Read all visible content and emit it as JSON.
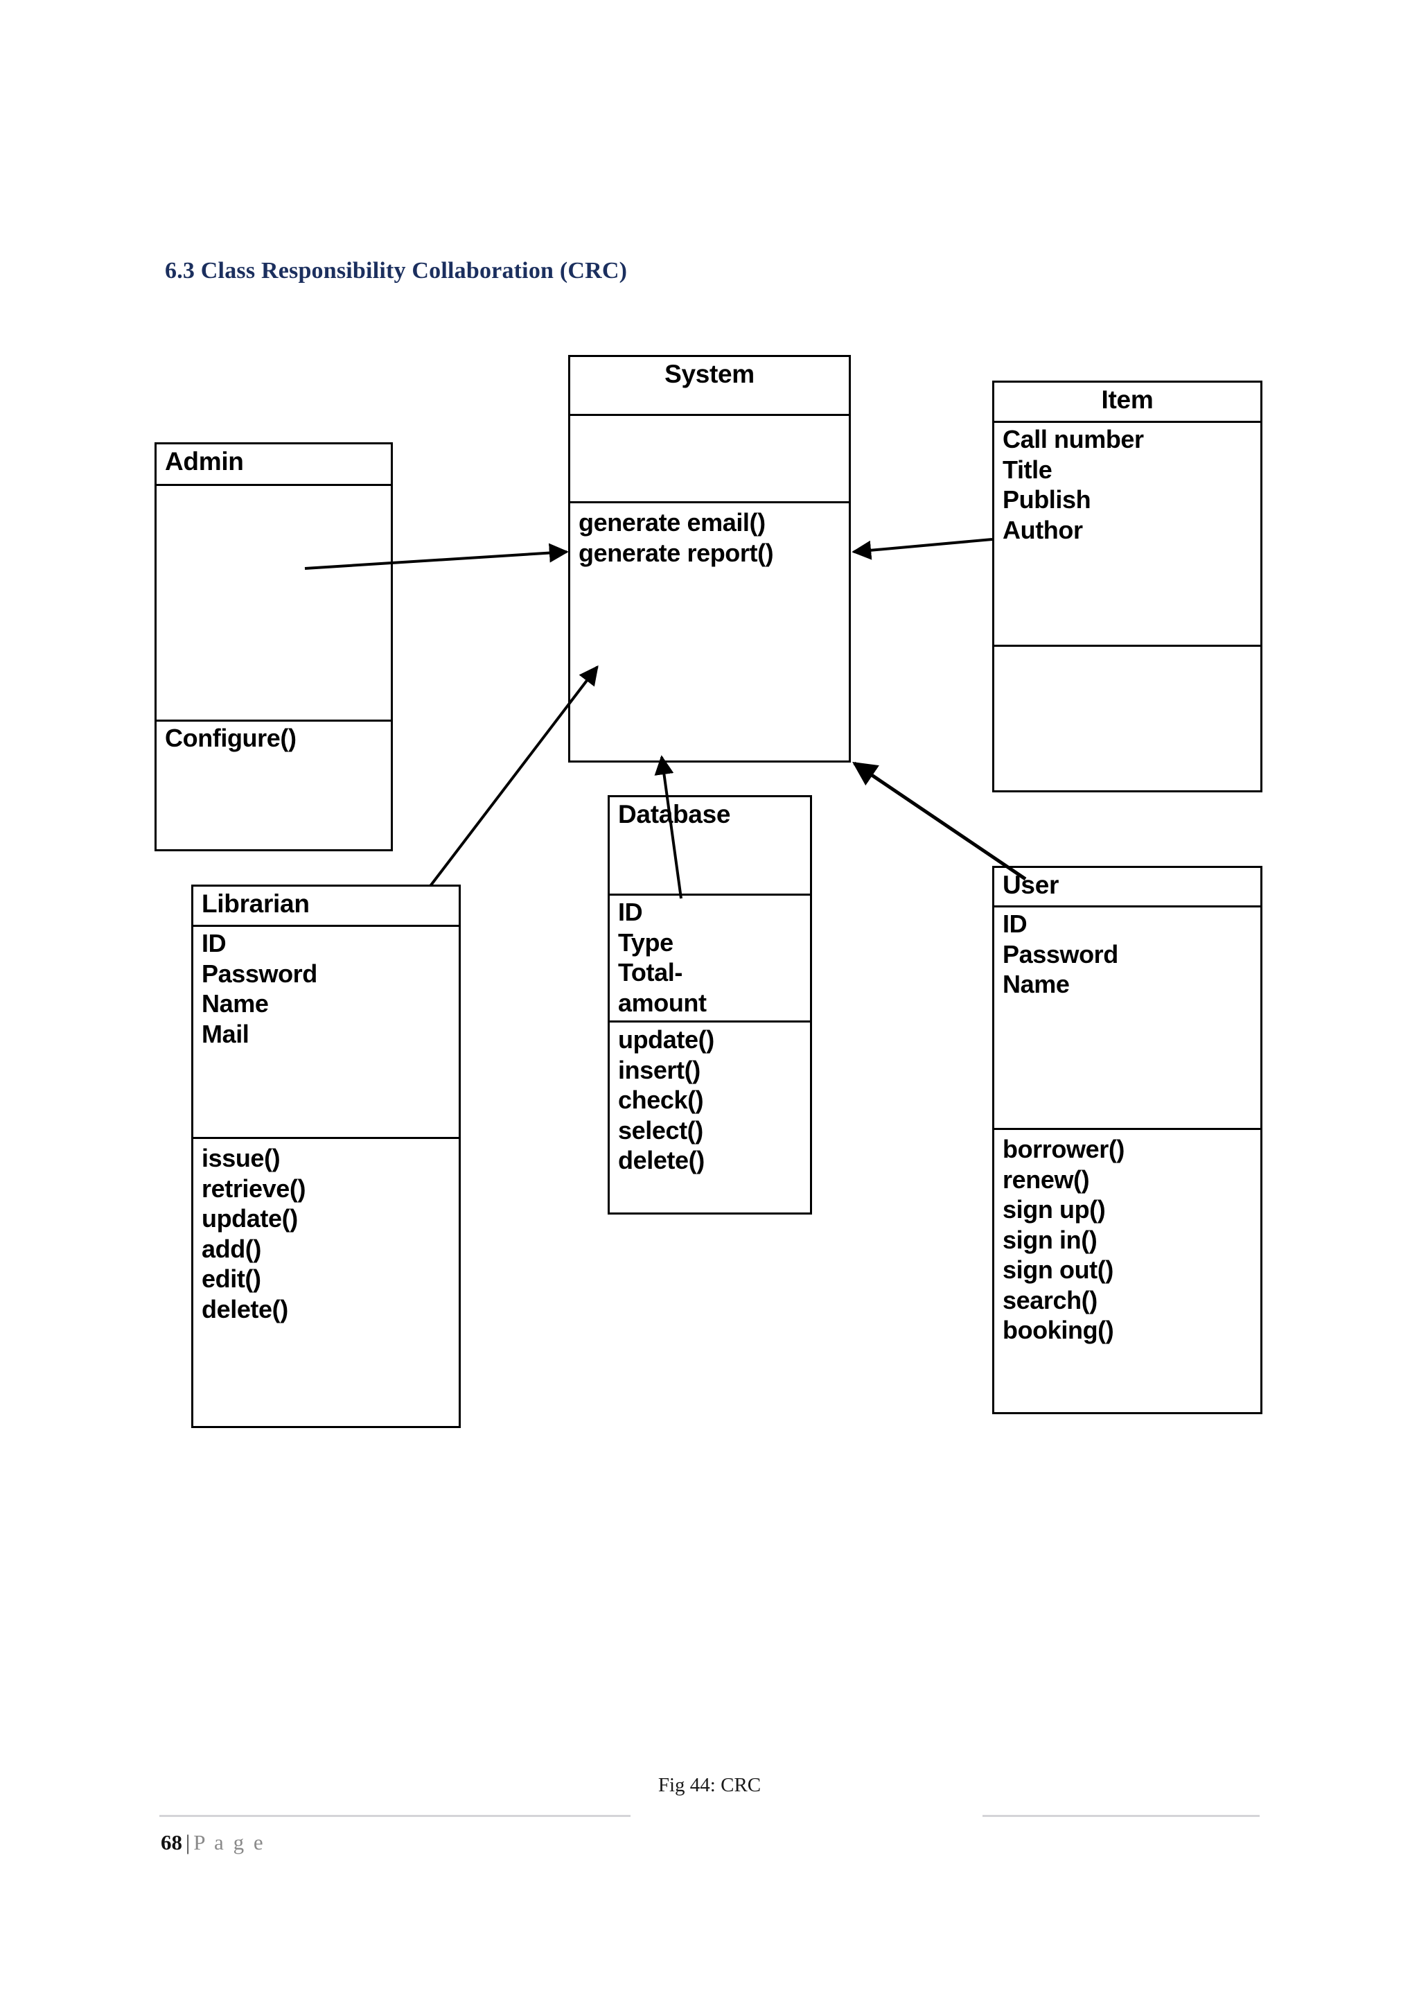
{
  "document": {
    "heading": "6.3 Class Responsibility Collaboration (CRC)",
    "heading_color": "#1b2f5e",
    "figure_caption": "Fig 44: CRC",
    "footer": {
      "page_number": "68",
      "separator": "|",
      "page_word": "P a g e"
    }
  },
  "diagram": {
    "type": "uml-class-diagram",
    "classes": [
      {
        "id": "admin",
        "name": "Admin",
        "title_align": "left",
        "attributes": [],
        "methods": [
          "Configure()"
        ]
      },
      {
        "id": "system",
        "name": "System",
        "title_align": "center",
        "attributes": [],
        "methods": [
          "generate email()",
          "generate report()"
        ]
      },
      {
        "id": "item",
        "name": "Item",
        "title_align": "center",
        "attributes": [
          "Call number",
          "Title",
          "Publish",
          "Author"
        ],
        "methods": []
      },
      {
        "id": "librarian",
        "name": "Librarian",
        "title_align": "left",
        "attributes": [
          "ID",
          "Password",
          "Name",
          "Mail"
        ],
        "methods": [
          "issue()",
          "retrieve()",
          "update()",
          "add()",
          "edit()",
          "delete()"
        ]
      },
      {
        "id": "database",
        "name": "Database",
        "title_align": "left",
        "attributes": [
          "ID",
          "Type",
          "Total-",
          "amount"
        ],
        "methods": [
          "update()",
          "insert()",
          "check()",
          "select()",
          "delete()"
        ]
      },
      {
        "id": "user",
        "name": "User",
        "title_align": "left",
        "attributes": [
          "ID",
          "Password",
          "Name"
        ],
        "methods": [
          "borrower()",
          "renew()",
          "sign up()",
          "sign in()",
          "sign out()",
          "search()",
          "booking()"
        ]
      }
    ],
    "connectors": [
      {
        "id": "admin-to-system",
        "from": "admin",
        "to": "system",
        "direction": "to-system"
      },
      {
        "id": "item-to-system",
        "from": "item",
        "to": "system",
        "direction": "to-system"
      },
      {
        "id": "librarian-to-system",
        "from": "librarian",
        "to": "system",
        "direction": "to-system"
      },
      {
        "id": "database-to-system",
        "from": "database",
        "to": "system",
        "direction": "to-system"
      },
      {
        "id": "user-to-system",
        "from": "user",
        "to": "system",
        "direction": "to-system"
      }
    ]
  }
}
